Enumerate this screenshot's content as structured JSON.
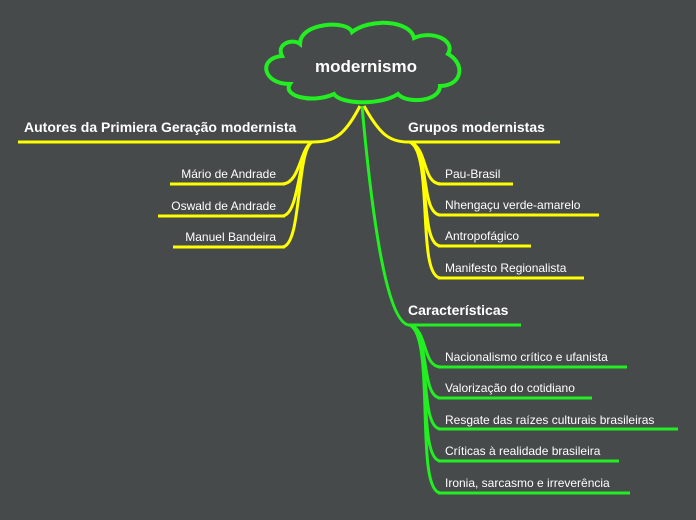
{
  "root": {
    "label": "modernismo"
  },
  "branches": {
    "autores": {
      "title": "Autores da Primiera Geração modernista",
      "color": "#ffff00",
      "items": [
        "Mário de Andrade",
        "Oswald de Andrade",
        "Manuel Bandeira"
      ]
    },
    "grupos": {
      "title": "Grupos modernistas",
      "color": "#ffff00",
      "items": [
        "Pau-Brasil",
        "Nhengaçu verde-amarelo",
        "Antropofágico",
        "Manifesto Regionalista"
      ]
    },
    "caracteristicas": {
      "title": "Características",
      "color": "#22ee22",
      "items": [
        "Nacionalismo crítico e ufanista",
        "Valorização do cotidiano",
        "Resgate das raízes culturais brasileiras",
        "Críticas à realidade brasileira",
        "Ironia, sarcasmo e irreverência"
      ]
    }
  }
}
